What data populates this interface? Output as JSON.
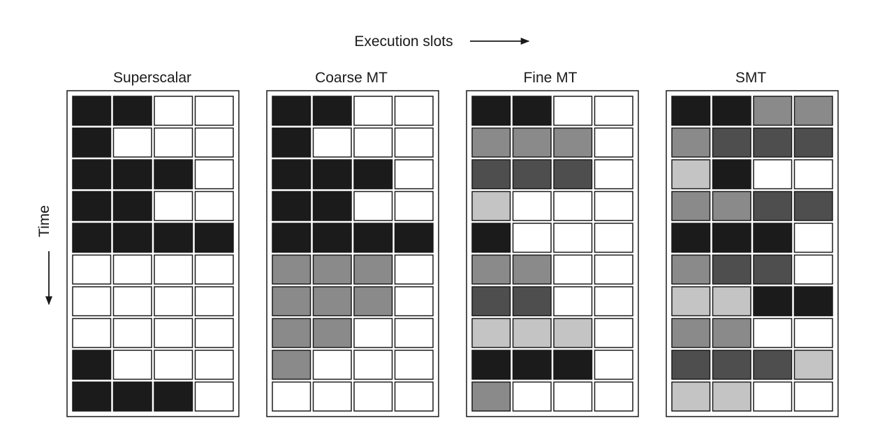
{
  "header": {
    "label": "Execution slots"
  },
  "axis": {
    "label": "Time"
  },
  "colors": {
    "black": "#1b1b1b",
    "dark": "#4e4e4e",
    "mid": "#8a8a8a",
    "light": "#c4c4c4",
    "empty": "#ffffff",
    "line": "#1a1a1a"
  },
  "panels": [
    {
      "title": "Superscalar",
      "rows": [
        [
          "black",
          "black",
          "empty",
          "empty"
        ],
        [
          "black",
          "empty",
          "empty",
          "empty"
        ],
        [
          "black",
          "black",
          "black",
          "empty"
        ],
        [
          "black",
          "black",
          "empty",
          "empty"
        ],
        [
          "black",
          "black",
          "black",
          "black"
        ],
        [
          "empty",
          "empty",
          "empty",
          "empty"
        ],
        [
          "empty",
          "empty",
          "empty",
          "empty"
        ],
        [
          "empty",
          "empty",
          "empty",
          "empty"
        ],
        [
          "black",
          "empty",
          "empty",
          "empty"
        ],
        [
          "black",
          "black",
          "black",
          "empty"
        ]
      ]
    },
    {
      "title": "Coarse MT",
      "rows": [
        [
          "black",
          "black",
          "empty",
          "empty"
        ],
        [
          "black",
          "empty",
          "empty",
          "empty"
        ],
        [
          "black",
          "black",
          "black",
          "empty"
        ],
        [
          "black",
          "black",
          "empty",
          "empty"
        ],
        [
          "black",
          "black",
          "black",
          "black"
        ],
        [
          "mid",
          "mid",
          "mid",
          "empty"
        ],
        [
          "mid",
          "mid",
          "mid",
          "empty"
        ],
        [
          "mid",
          "mid",
          "empty",
          "empty"
        ],
        [
          "mid",
          "empty",
          "empty",
          "empty"
        ],
        [
          "empty",
          "empty",
          "empty",
          "empty"
        ]
      ]
    },
    {
      "title": "Fine MT",
      "rows": [
        [
          "black",
          "black",
          "empty",
          "empty"
        ],
        [
          "mid",
          "mid",
          "mid",
          "empty"
        ],
        [
          "dark",
          "dark",
          "dark",
          "empty"
        ],
        [
          "light",
          "empty",
          "empty",
          "empty"
        ],
        [
          "black",
          "empty",
          "empty",
          "empty"
        ],
        [
          "mid",
          "mid",
          "empty",
          "empty"
        ],
        [
          "dark",
          "dark",
          "empty",
          "empty"
        ],
        [
          "light",
          "light",
          "light",
          "empty"
        ],
        [
          "black",
          "black",
          "black",
          "empty"
        ],
        [
          "mid",
          "empty",
          "empty",
          "empty"
        ]
      ]
    },
    {
      "title": "SMT",
      "rows": [
        [
          "black",
          "black",
          "mid",
          "mid"
        ],
        [
          "mid",
          "dark",
          "dark",
          "dark"
        ],
        [
          "light",
          "black",
          "empty",
          "empty"
        ],
        [
          "mid",
          "mid",
          "dark",
          "dark"
        ],
        [
          "black",
          "black",
          "black",
          "empty"
        ],
        [
          "mid",
          "dark",
          "dark",
          "empty"
        ],
        [
          "light",
          "light",
          "black",
          "black"
        ],
        [
          "mid",
          "mid",
          "empty",
          "empty"
        ],
        [
          "dark",
          "dark",
          "dark",
          "light"
        ],
        [
          "light",
          "light",
          "empty",
          "empty"
        ]
      ]
    }
  ]
}
